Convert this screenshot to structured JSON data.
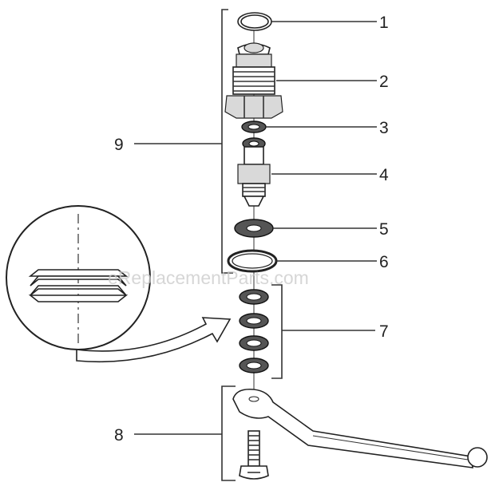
{
  "callouts": [
    {
      "id": "c1",
      "number": "1",
      "part": "o-ring"
    },
    {
      "id": "c2",
      "number": "2",
      "part": "valve-housing"
    },
    {
      "id": "c3",
      "number": "3",
      "part": "small-washer"
    },
    {
      "id": "c4",
      "number": "4",
      "part": "valve-seat"
    },
    {
      "id": "c5",
      "number": "5",
      "part": "flat-washer"
    },
    {
      "id": "c6",
      "number": "6",
      "part": "retaining-ring"
    },
    {
      "id": "c7",
      "number": "7",
      "part": "packing-set"
    },
    {
      "id": "c8",
      "number": "8",
      "part": "lever-assembly"
    },
    {
      "id": "c9",
      "number": "9",
      "part": "valve-assembly"
    }
  ],
  "watermark": "eReplacementParts.com",
  "colors": {
    "line": "#222222",
    "shade": "#d9d9d9",
    "watermark": "#c9c9c9"
  }
}
